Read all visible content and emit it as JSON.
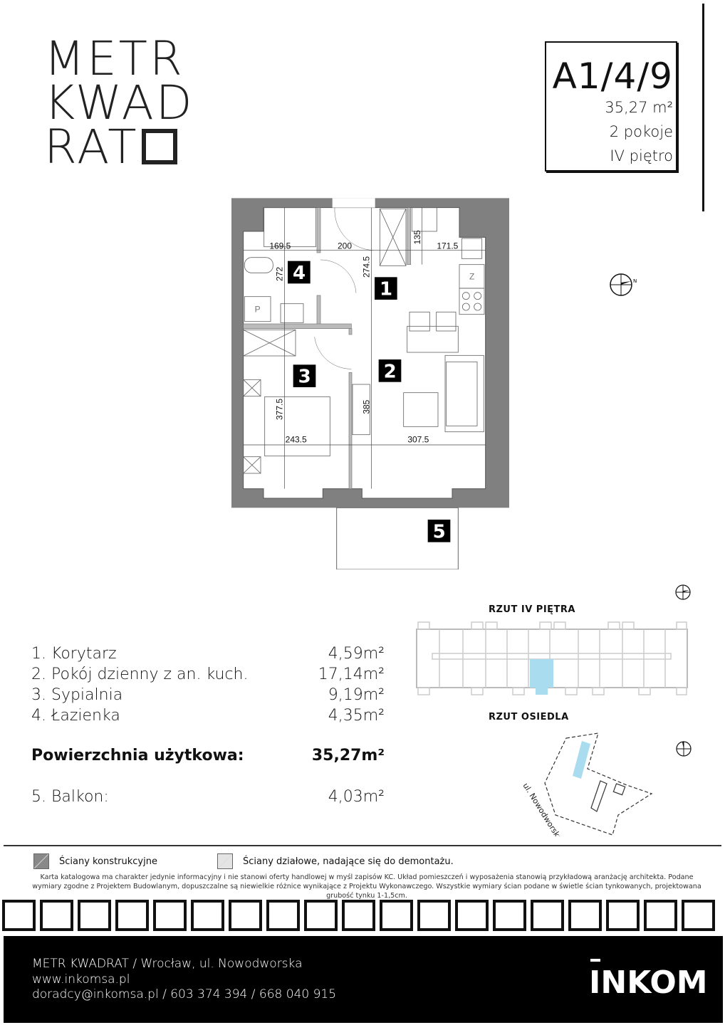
{
  "logo": {
    "line1": "METR",
    "line2": "KWAD",
    "line3": "RAT"
  },
  "unit": {
    "code": "A1/4/9",
    "area": "35,27 m²",
    "rooms": "2 pokoje",
    "floor": "IV piętro"
  },
  "plan": {
    "room_numbers": [
      "1",
      "2",
      "3",
      "4",
      "5"
    ],
    "dimensions": {
      "d1": "169.5",
      "d2": "200",
      "d3": "171.5",
      "d4": "135",
      "d5": "272",
      "d6": "274.5",
      "d7": "377.5",
      "d8": "385",
      "d9": "243.5",
      "d10": "307.5"
    },
    "fridge_label": "Z",
    "shower_label": "P",
    "compass_label": "N"
  },
  "rooms": [
    {
      "name": "1. Korytarz",
      "area": "4,59m²"
    },
    {
      "name": "2. Pokój dzienny z an. kuch.",
      "area": "17,14m²"
    },
    {
      "name": "3. Sypialnia",
      "area": "9,19m²"
    },
    {
      "name": "4. Łazienka",
      "area": "4,35m²"
    }
  ],
  "total": {
    "label": "Powierzchnia użytkowa:",
    "area": "35,27m²"
  },
  "balcony": {
    "name": "5. Balkon:",
    "area": "4,03m²"
  },
  "site": {
    "floor_title": "RZUT IV PIĘTRA",
    "estate_title": "RZUT OSIEDLA",
    "street": "ul. Nowodworska",
    "highlight_color": "#a9dcef"
  },
  "legend": {
    "structural": "Ściany konstrukcyjne",
    "partition": "Ściany działowe, nadające się do demontażu."
  },
  "disclaimer": "Karta katalogowa ma charakter jedynie informacyjny i nie stanowi oferty handlowej w myśl zapisów KC. Układ pomieszczeń i wyposażenia stanowią przykładową aranżację architekta. Podane wymiary zgodne z Projektem Budowlanym, dopuszczalne są niewielkie różnice wynikające z Projektu Wykonawczego. Wszystkie wymiary ścian podane w świetle ścian tynkowanych, projektowana grubość tynku 1-1,5cm.",
  "footer": {
    "address": "METR KWADRAT / Wrocław, ul. Nowodworska",
    "website": "www.inkomsa.pl",
    "contact": "doradcy@inkomsa.pl / 603 374 394 / 668 040 915",
    "brand": "INKOM"
  }
}
